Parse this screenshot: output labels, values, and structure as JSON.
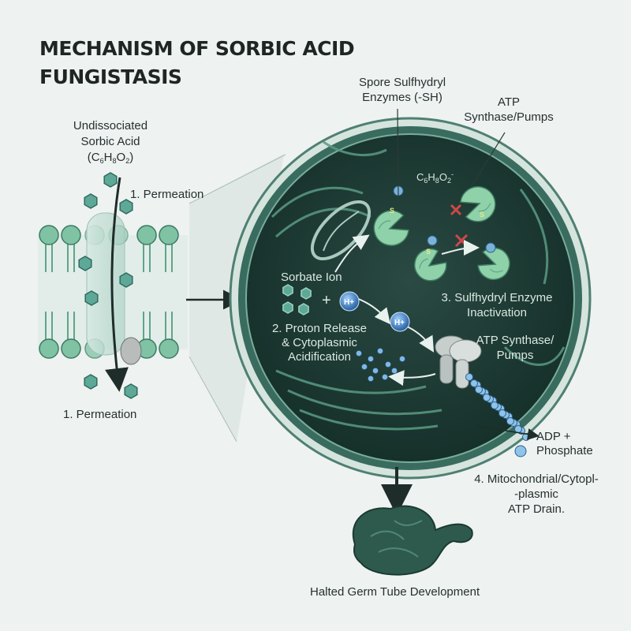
{
  "title": {
    "line1": "MECHANISM OF SORBIC ACID",
    "line2": "FUNGISTASIS"
  },
  "compound": {
    "line1": "Undissociated",
    "line2": "Sorbic Acid",
    "formula_text": "C6H8O2",
    "c": "C",
    "c_sub": "6",
    "h": "H",
    "h_sub": "8",
    "o": "O",
    "o_sub": "2"
  },
  "steps": {
    "permeation_top": "1. Permeation",
    "permeation_bottom": "1. Permeation",
    "proton_release_line1": "2. Proton Release",
    "proton_release_line2": "& Cytoplasmic",
    "proton_release_line3": "Acidification",
    "sulfhydryl_line1": "3. Sulfhydryl Enzyme",
    "sulfhydryl_line2": "Inactivation",
    "atp_drain_line1": "4. Mitochondrial/Cytopl-",
    "atp_drain_line2": "-plasmic",
    "atp_drain_line3": "ATP Drain."
  },
  "labels": {
    "enzymes_line1": "Spore Sulfhydryl",
    "enzymes_line2": "Enzymes (-SH)",
    "atp_top_line1": "ATP",
    "atp_top_line2": "Synthase/Pumps",
    "sorbate_ion": "Sorbate Ion",
    "plus": "+",
    "h_plus": "H+",
    "inner_formula": "C6H8O2-",
    "atp_inner_line1": "ATP Synthase/",
    "atp_inner_line2": "Pumps",
    "adp_line1": "ADP +",
    "adp_line2": "Phosphate",
    "s_mark": "S",
    "outcome": "Halted Germ Tube Development"
  },
  "colors": {
    "background": "#eef2f1",
    "cell_dark": "#1e3a34",
    "cell_ring": "#3f7266",
    "membrane_green": "#5fa589",
    "enzyme_green": "#8fd1a8",
    "proton_blue": "#3f7fc0",
    "inhibit_red": "#d04848",
    "spore_green": "#2e5a4d"
  },
  "icons": [
    "hexagon-molecule-icon",
    "proton-icon",
    "enzyme-icon",
    "atp-synthase-icon",
    "inhibit-x-icon",
    "germ-tube-icon"
  ]
}
